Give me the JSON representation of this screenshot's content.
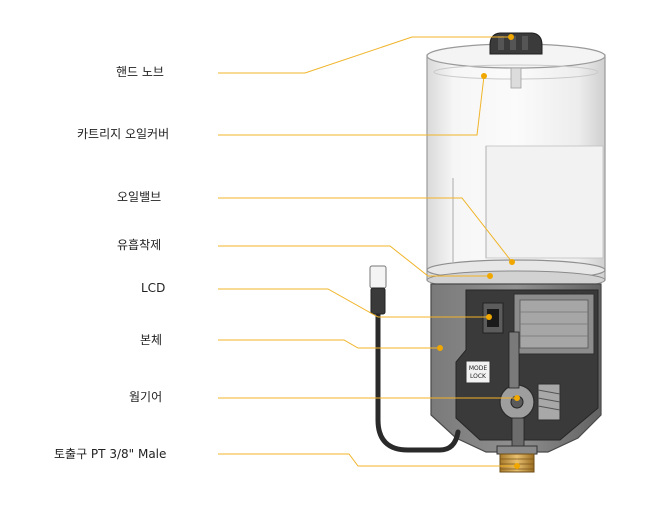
{
  "labels": {
    "hand_knob": "핸드 노브",
    "cartridge_cover": "카트리지 오일커버",
    "oil_valve": "오일밸브",
    "absorbent": "유흡착제",
    "lcd": "LCD",
    "body": "본체",
    "worm_gear": "웜기어",
    "outlet": "토출구 PT 3/8\" Male"
  },
  "device_text": {
    "mode_line1": "MODE",
    "mode_line2": "LOCK"
  },
  "colors": {
    "leader_line": "#f0b429",
    "marker": "#f0a800",
    "device_body": "#6e6e6e",
    "device_dark": "#3a3a3a",
    "cartridge": "#e9e9e9",
    "fitting": "#d4a24a"
  }
}
